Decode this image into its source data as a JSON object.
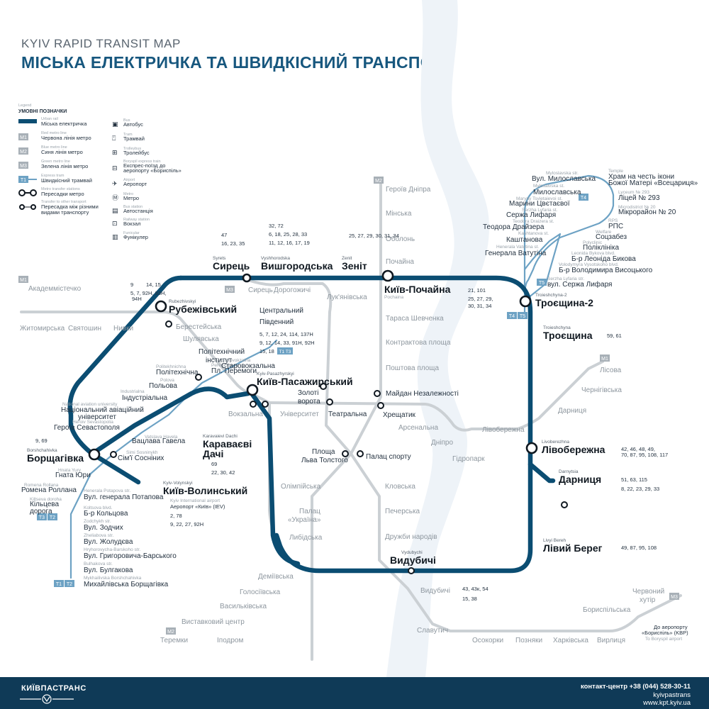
{
  "header": {
    "title_en": "KYIV RAPID TRANSIT MAP",
    "title_ua": "МІСЬКА ЕЛЕКТРИЧКА ТА ШВИДКІСНИЙ ТРАНСПОРТ"
  },
  "legend": {
    "heading_en": "Legend",
    "heading_ua": "УМОВНІ ПОЗНАЧКИ",
    "items": [
      {
        "en": "Urban rail",
        "ua": "Міська електричка"
      },
      {
        "badge": "M1",
        "en": "Red metro line",
        "ua": "Червона лінія метро"
      },
      {
        "badge": "M2",
        "en": "Blue metro line",
        "ua": "Синя лінія метро"
      },
      {
        "badge": "M3",
        "en": "Green metro line",
        "ua": "Зелена лінія метро"
      },
      {
        "badge": "T1",
        "en": "Express tram",
        "ua": "Швидкісний трамвай"
      },
      {
        "en": "Metro transfer stations",
        "ua": "Пересадки метро"
      },
      {
        "en": "Transfer to other transport",
        "ua": "Пересадка між різними",
        "ua2": "видами транспорту"
      }
    ],
    "modes": [
      {
        "en": "Bus",
        "ua": "Автобус"
      },
      {
        "en": "Tram",
        "ua": "Трамвай"
      },
      {
        "en": "Trolleybus",
        "ua": "Тролейбус"
      },
      {
        "en": "Boryspil express train",
        "ua": "Експрес-поїзд до",
        "ua2": "аеропорту «Бориспіль»"
      },
      {
        "en": "Airport",
        "ua": "Аеропорт"
      },
      {
        "en": "Metro",
        "ua": "Метро"
      },
      {
        "en": "Bus station",
        "ua": "Автостанція"
      },
      {
        "en": "Railway station",
        "ua": "Вокзал"
      },
      {
        "en": "Funicular",
        "ua": "Фунікулер"
      }
    ]
  },
  "line_badges": {
    "m1_west": "M1",
    "m1_east": "M1",
    "m2_north": "M2",
    "m2_south": "M2",
    "m3_south": "M3",
    "m3_north": "M3",
    "t4": "T4",
    "t5": "T5",
    "t4b": "T4",
    "t5b": "T5",
    "t1": "T1",
    "t2": "T2",
    "t3": "T3",
    "t2b": "T2",
    "t1t3": "T1 T3"
  },
  "urban_stations": {
    "syrets": "Сирець",
    "vyshhorodska": "Вишгородська",
    "zenit": "Зеніт",
    "pochaina": "Київ-Почайна",
    "troieshchyna2": "Троєщина-2",
    "troieshchyna": "Троєщина",
    "livoberezhna": "Лівобережна",
    "darnytsia": "Дарниця",
    "livyi_bereh": "Лівий Берег",
    "vydubychi": "Видубичі",
    "kyiv_volynskyi": "Київ-Волинський",
    "karavaievi_1": "Караваєві",
    "karavaievi_2": "Дачі",
    "borshchahivka": "Борщагівка",
    "rubezhivskyi": "Рубежівський",
    "pasazhyrskyi": "Київ-Пасажирський"
  },
  "urban_stations_en": {
    "syrets": "Syrets",
    "vyshhorodska": "Vyshhorodska",
    "zenit": "Zenit",
    "pochaina": "Pochaina",
    "troieshchyna2": "Troieshchyna-2",
    "troieshchyna": "Troieshchyna",
    "livoberezhna": "Livoberezhna",
    "darnytsia": "Darnytsia",
    "livyi_bereh": "Livyi Bereh",
    "vydubychi": "Vydubychi",
    "kyiv_volynskyi": "Kyiv-Volynskyi",
    "karavaievi": "Karavaievi Dachi",
    "borshchahivka": "Borshchahivka",
    "rubezhivskyi": "Rubezhivskyi",
    "pasazhyrskyi": "Kyiv-Pasazhyrskyi"
  },
  "metro_stations": {
    "akademmistechko": "Академмістечко",
    "zhytomyrska": "Житомирська",
    "sviatoshyn": "Святошин",
    "nyvky": "Нивки",
    "beresteiska": "Берестейська",
    "shuliavska": "Шулявська",
    "politekh_1": "Політехнічний",
    "politekh_2": "інститут",
    "vokzalna": "Вокзальна",
    "universytet": "Університет",
    "teatralna": "Театральна",
    "khreshchatyk": "Хрещатик",
    "arsenalna": "Арсенальна",
    "dnipro": "Дніпро",
    "hidropark": "Гідропарк",
    "livoberezhna_m": "Лівобережна",
    "darnytsia_m": "Дарниця",
    "chernihivska": "Чернігівська",
    "lisova": "Лісова",
    "heroiv_dnipra": "Героїв Дніпра",
    "minska": "Мінська",
    "obolon": "Оболонь",
    "pochaina_m": "Почайна",
    "taras": "Тараса Шевченка",
    "kontraktova": "Контрактова площа",
    "poshtova": "Поштова площа",
    "maidan": "Майдан Незалежності",
    "lva_1": "Площа",
    "lva_2": "Льва Толстого",
    "olimpiiska": "Олімпійська",
    "palats_1": "Палац",
    "palats_2": "«Україна»",
    "lybidska": "Либідська",
    "demiivska": "Деміївська",
    "holosiivska": "Голосіївська",
    "vasylkivska": "Васильківська",
    "vystavkovyi": "Виставковий центр",
    "ipodrom": "Іподром",
    "teremky": "Теремки",
    "syrets_m": "Сирець",
    "dorohozhychi": "Дорогожичі",
    "lukianivska": "Лук'янівська",
    "zoloti_1": "Золоті",
    "zoloti_2": "ворота",
    "palats_sportu": "Палац спорту",
    "klovska": "Кловська",
    "pecherska": "Печерська",
    "druzhby": "Дружби народів",
    "vydubychi_m": "Видубичі",
    "slavutych": "Славутич",
    "osokorky": "Осокорки",
    "pozniaky": "Позняки",
    "kharkivska": "Харківська",
    "vyrlytsia": "Вирлиця",
    "boryspilska": "Бориспільська",
    "chervonyi_1": "Червоний",
    "chervonyi_2": "хутір"
  },
  "tram_stops": {
    "milo_en": "Myloslavska str.",
    "milo": "Вул. Милославська",
    "milo2_en": "Mylosalvska st.",
    "milo2": "Милославська",
    "tsvet_en": "Maryny Tsvietaievoi st.",
    "tsvet": "Марини Цвєтаєвої",
    "lyf_en": "Serzha Lyfaria st.",
    "lyf": "Сержа Лифаря",
    "drai_en": "Teodora Draizera st.",
    "drai": "Теодора Драйзера",
    "kasht_en": "Kashtanova st.",
    "kasht": "Каштанова",
    "vat_en": "Henerala Vatutina st.",
    "vat": "Генерала Ватутіна",
    "temple_en": "Temple",
    "temple_1": "Храм на честь ікони",
    "temple_2": "Божої Матері «Всецариця»",
    "lyc_en": "Lyceum № 293",
    "lyc": "Ліцей № 293",
    "mkr_en": "Microdistrict № 20",
    "mkr": "Мікрорайон № 20",
    "rps_en": "RPS",
    "rps": "РПС",
    "wel_en": "Welfare",
    "wel": "Соцзабез",
    "pol_en": "Polyclinic",
    "pol": "Поліклініка",
    "byk_en": "Leonida Bykova blvd.",
    "byk": "Б-р Леоніда Бикова",
    "vys_en": "Volodymyra Vysotskoho blvd.",
    "vys": "Б-р Володимира Висоцького",
    "lyf2_en": "Serzha Lyfaria str.",
    "lyf2": "вул. Сержа Лифаря",
    "polit_en": "Politekhnichna",
    "polit": "Політехнічна",
    "polova_en": "Polova",
    "polova": "Польова",
    "nau_en": "National aviation university",
    "nau_1": "Національний авіаційний",
    "nau_2": "університет",
    "geroiv_en": "Heroiv Sevastopolia",
    "geroiv": "Героїв Севастополя",
    "ind_en": "Industrialna",
    "ind": "Індустріальна",
    "vatslava_en": "Vatslava Havela",
    "vatslava": "Вацлава Гавела",
    "simi_en": "Simi Sosninykh",
    "simi": "Сім'ї Сосніних",
    "hnata_en": "Hnata Yury",
    "hnata": "Гната Юри",
    "romena_en": "Romena Rollana",
    "romena": "Ромена Роллана",
    "kiltseva_en": "Kiltseva doroha",
    "kiltseva_1": "Кільцева",
    "kiltseva_2": "дорога",
    "potapova_en": "Henerala Potapova str.",
    "potapova": "Вул. генерала Потапова",
    "koltsova_en": "Koltsova blvd.",
    "koltsova": "Б-р Кольцова",
    "zodchykh_en": "Zodchykh str.",
    "zodchykh": "Вул. Зодчих",
    "zhuliany_en": "Zheliabova str.",
    "zhuliany": "Вул. Жолудєва",
    "hryhor_en": "Hryhorovycha-Barskoho str.",
    "hryhor": "Вул. Григоровича-Барського",
    "bulgak_en": "Bulhakova str.",
    "bulgak": "Вул. Булгакова",
    "mykh_en": "Mykhailivska Borshchahivka",
    "mykh": "Михайлівська Борщагівка",
    "peremohy_en": "Peremohy sq.",
    "peremohy": "Пл. Перемоги",
    "starovok_en": "Starovokzalna",
    "starovok": "Старовокзальна",
    "tsentr": "Центральний",
    "pivd": "Південний"
  },
  "routes": {
    "syrets_r1": "47",
    "syrets_r2": "16, 23, 35",
    "vysh_r1": "32, 72",
    "vysh_r2": "6, 18, 25, 28, 33",
    "vysh_r3": "11, 12, 16, 17, 19",
    "zenit_r": "25, 27, 29, 30, 31, 34",
    "rub_r1": "9",
    "rub_r2": "14, 15",
    "rub_r3": "5, 7, 92Н, 93Н,",
    "rub_r4": "94Н",
    "poch_r1": "21, 101",
    "poch_r2": "25, 27, 29,",
    "poch_r3": "30, 31, 34",
    "pas_r1": "5, 7, 12, 24, 114, 137Н",
    "pas_r2": "9, 12, 14, 33, 91Н, 92Н",
    "pas_r3": "15, 18",
    "troi_r": "59, 61",
    "livo_r1": "42, 46, 48, 49,",
    "livo_r2": "70, 87, 95, 108, 117",
    "darn_r1": "51, 63, 115",
    "darn_r2": "8, 22, 23, 29, 33",
    "lb_r": "49, 87, 95, 108",
    "vyd_r1": "43, 43к, 54",
    "vyd_r2": "15, 38",
    "kar_r1": "69",
    "kar_r2": "22, 30, 42",
    "bor_r": "9, 69",
    "kv_r1": "2, 78",
    "kv_r2": "9, 22, 27, 92Н",
    "airport_iev_en": "Kyiv International airport",
    "airport_iev": "Аеропорт «Київ» (IEV)",
    "airport_kbp_1": "До аеропорту",
    "airport_kbp_2": "«Бориспіль» (KBP)",
    "airport_kbp_en": "To Boryspil airport"
  },
  "footer": {
    "brand": "КИЇВПАСТРАНС",
    "phone": "контакт-центр +38 (044) 528-30-11",
    "social": "kyivpastrans",
    "site": "www.kpt.kyiv.ua"
  },
  "colors": {
    "urban_rail": "#0b4d72",
    "express_tram": "#6da2c4",
    "metro": "#cbd0d4",
    "river": "#eef3f8",
    "title": "#17577e",
    "footer": "#0f3a57",
    "badge": "#a8b0b7"
  }
}
